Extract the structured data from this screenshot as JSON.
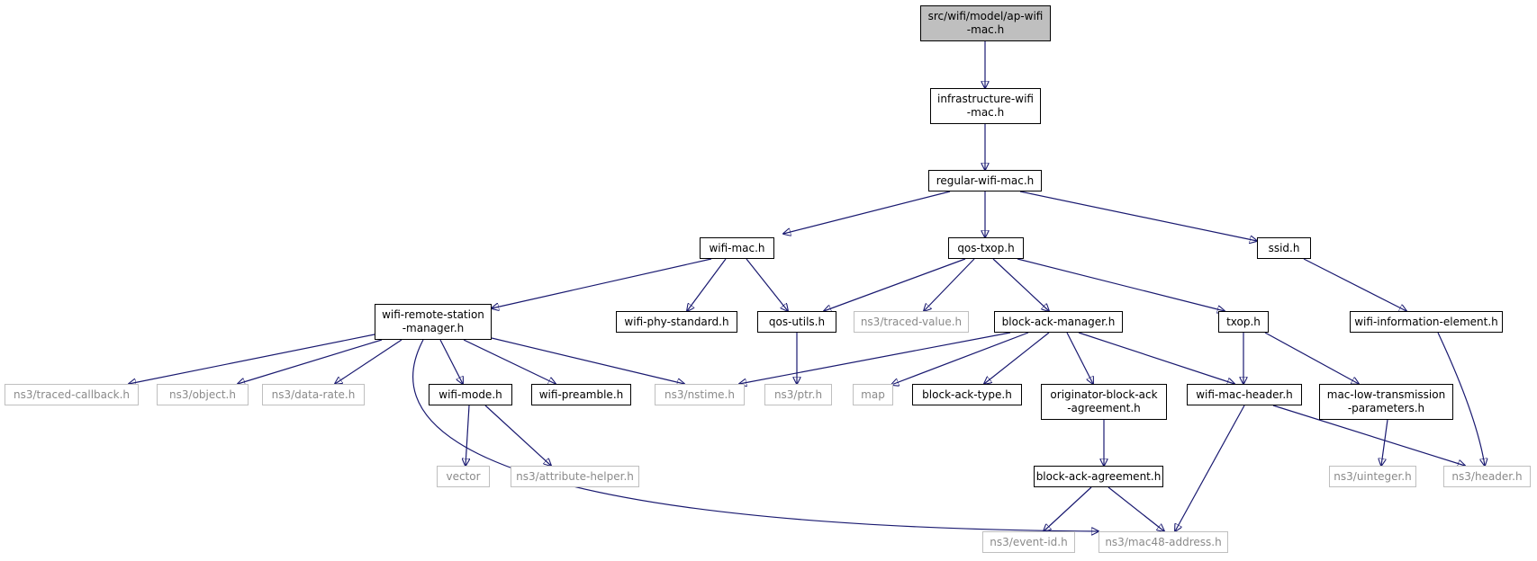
{
  "colors": {
    "edge": "#191970",
    "root_fill": "#bfbfbf",
    "external_border": "#bfbfbf",
    "external_text": "#8a8a8a"
  },
  "nodes": [
    {
      "id": "ap_wifi_mac",
      "label": "src/wifi/model/ap-wifi\n-mac.h",
      "kind": "root"
    },
    {
      "id": "infrastructure_wifi_mac",
      "label": "infrastructure-wifi\n-mac.h",
      "kind": "local"
    },
    {
      "id": "regular_wifi_mac",
      "label": "regular-wifi-mac.h",
      "kind": "local"
    },
    {
      "id": "wifi_mac",
      "label": "wifi-mac.h",
      "kind": "local"
    },
    {
      "id": "qos_txop",
      "label": "qos-txop.h",
      "kind": "local"
    },
    {
      "id": "ssid",
      "label": "ssid.h",
      "kind": "local"
    },
    {
      "id": "wifi_remote_station_manager",
      "label": "wifi-remote-station\n-manager.h",
      "kind": "local"
    },
    {
      "id": "wifi_phy_standard",
      "label": "wifi-phy-standard.h",
      "kind": "local"
    },
    {
      "id": "qos_utils",
      "label": "qos-utils.h",
      "kind": "local"
    },
    {
      "id": "traced_value",
      "label": "ns3/traced-value.h",
      "kind": "external"
    },
    {
      "id": "block_ack_manager",
      "label": "block-ack-manager.h",
      "kind": "local"
    },
    {
      "id": "txop",
      "label": "txop.h",
      "kind": "local"
    },
    {
      "id": "wifi_information_element",
      "label": "wifi-information-element.h",
      "kind": "local"
    },
    {
      "id": "traced_callback",
      "label": "ns3/traced-callback.h",
      "kind": "external"
    },
    {
      "id": "object",
      "label": "ns3/object.h",
      "kind": "external"
    },
    {
      "id": "data_rate",
      "label": "ns3/data-rate.h",
      "kind": "external"
    },
    {
      "id": "wifi_mode",
      "label": "wifi-mode.h",
      "kind": "local"
    },
    {
      "id": "wifi_preamble",
      "label": "wifi-preamble.h",
      "kind": "local"
    },
    {
      "id": "nstime",
      "label": "ns3/nstime.h",
      "kind": "external"
    },
    {
      "id": "ptr",
      "label": "ns3/ptr.h",
      "kind": "external"
    },
    {
      "id": "map",
      "label": "map",
      "kind": "external"
    },
    {
      "id": "block_ack_type",
      "label": "block-ack-type.h",
      "kind": "local"
    },
    {
      "id": "originator_block_ack_agreement",
      "label": "originator-block-ack\n-agreement.h",
      "kind": "local"
    },
    {
      "id": "wifi_mac_header",
      "label": "wifi-mac-header.h",
      "kind": "local"
    },
    {
      "id": "mac_low_transmission_parameters",
      "label": "mac-low-transmission\n-parameters.h",
      "kind": "local"
    },
    {
      "id": "vector",
      "label": "vector",
      "kind": "external"
    },
    {
      "id": "attribute_helper",
      "label": "ns3/attribute-helper.h",
      "kind": "external"
    },
    {
      "id": "block_ack_agreement",
      "label": "block-ack-agreement.h",
      "kind": "local"
    },
    {
      "id": "uinteger",
      "label": "ns3/uinteger.h",
      "kind": "external"
    },
    {
      "id": "header",
      "label": "ns3/header.h",
      "kind": "external"
    },
    {
      "id": "event_id",
      "label": "ns3/event-id.h",
      "kind": "external"
    },
    {
      "id": "mac48_address",
      "label": "ns3/mac48-address.h",
      "kind": "external"
    }
  ],
  "edges": [
    [
      "ap_wifi_mac",
      "infrastructure_wifi_mac"
    ],
    [
      "infrastructure_wifi_mac",
      "regular_wifi_mac"
    ],
    [
      "regular_wifi_mac",
      "wifi_mac"
    ],
    [
      "regular_wifi_mac",
      "qos_txop"
    ],
    [
      "regular_wifi_mac",
      "ssid"
    ],
    [
      "wifi_mac",
      "wifi_remote_station_manager"
    ],
    [
      "wifi_mac",
      "wifi_phy_standard"
    ],
    [
      "wifi_mac",
      "qos_utils"
    ],
    [
      "qos_txop",
      "qos_utils"
    ],
    [
      "qos_txop",
      "traced_value"
    ],
    [
      "qos_txop",
      "block_ack_manager"
    ],
    [
      "qos_txop",
      "txop"
    ],
    [
      "ssid",
      "wifi_information_element"
    ],
    [
      "wifi_remote_station_manager",
      "traced_callback"
    ],
    [
      "wifi_remote_station_manager",
      "object"
    ],
    [
      "wifi_remote_station_manager",
      "data_rate"
    ],
    [
      "wifi_remote_station_manager",
      "wifi_mode"
    ],
    [
      "wifi_remote_station_manager",
      "wifi_preamble"
    ],
    [
      "wifi_remote_station_manager",
      "nstime"
    ],
    [
      "wifi_remote_station_manager",
      "mac48_address"
    ],
    [
      "qos_utils",
      "ptr"
    ],
    [
      "block_ack_manager",
      "nstime"
    ],
    [
      "block_ack_manager",
      "map"
    ],
    [
      "block_ack_manager",
      "block_ack_type"
    ],
    [
      "block_ack_manager",
      "originator_block_ack_agreement"
    ],
    [
      "block_ack_manager",
      "wifi_mac_header"
    ],
    [
      "txop",
      "wifi_mac_header"
    ],
    [
      "txop",
      "mac_low_transmission_parameters"
    ],
    [
      "wifi_information_element",
      "header"
    ],
    [
      "wifi_mode",
      "vector"
    ],
    [
      "wifi_mode",
      "attribute_helper"
    ],
    [
      "originator_block_ack_agreement",
      "block_ack_agreement"
    ],
    [
      "wifi_mac_header",
      "mac48_address"
    ],
    [
      "wifi_mac_header",
      "header"
    ],
    [
      "mac_low_transmission_parameters",
      "uinteger"
    ],
    [
      "block_ack_agreement",
      "event_id"
    ],
    [
      "block_ack_agreement",
      "mac48_address"
    ]
  ]
}
